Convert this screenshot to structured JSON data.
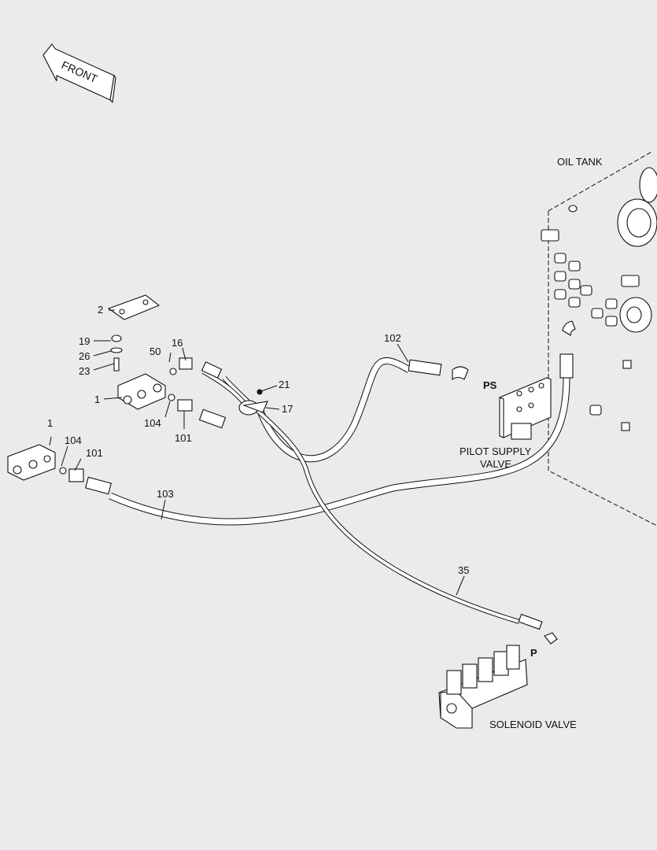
{
  "front_arrow": {
    "label": "FRONT"
  },
  "components": {
    "oil_tank": "OIL TANK",
    "pilot_supply_valve": [
      "PILOT SUPPLY",
      "VALVE"
    ],
    "solenoid_valve": "SOLENOID VALVE",
    "port_ps": "PS",
    "port_p": "P"
  },
  "callouts": {
    "c2": "2",
    "c19": "19",
    "c26": "26",
    "c23": "23",
    "c1a": "1",
    "c50": "50",
    "c16": "16",
    "c104a": "104",
    "c101a": "101",
    "c21": "21",
    "c17": "17",
    "c102": "102",
    "c1b": "1",
    "c104b": "104",
    "c101b": "101",
    "c103": "103",
    "c35": "35"
  }
}
